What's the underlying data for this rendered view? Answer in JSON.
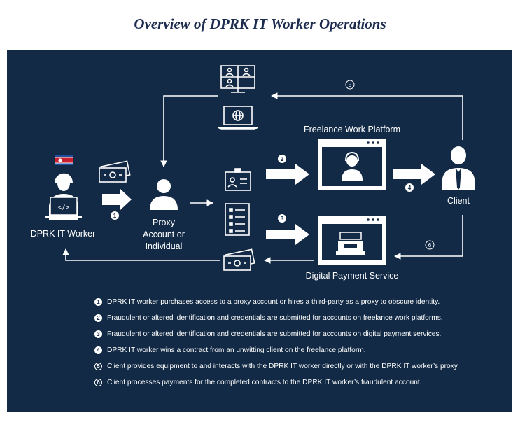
{
  "title": "Overview of DPRK IT Worker Operations",
  "nodes": {
    "worker": "DPRK IT Worker",
    "proxy": "Proxy Account or Individual",
    "freelance": "Freelance Work Platform",
    "payment": "Digital Payment Service",
    "client": "Client"
  },
  "steps": [
    "1",
    "2",
    "3",
    "4",
    "5",
    "6"
  ],
  "legend": [
    {
      "num": "1",
      "text": "DPRK IT worker purchases access to a proxy account or hires a third-party as a proxy to obscure identity."
    },
    {
      "num": "2",
      "text": "Fraudulent or altered identification and credentials are submitted for accounts on freelance work platforms."
    },
    {
      "num": "3",
      "text": "Fraudulent or altered identification and credentials are submitted for accounts on digital payment services."
    },
    {
      "num": "4",
      "text": "DPRK IT worker wins a contract from an unwitting client on the freelance platform."
    },
    {
      "num": "5",
      "text": "Client provides equipment to and interacts with the DPRK IT worker directly or with the DPRK IT worker’s proxy."
    },
    {
      "num": "6",
      "text": "Client processes payments for the completed contracts to the DPRK IT worker’s fraudulent account."
    }
  ],
  "colors": {
    "panel": "#122a45",
    "title": "#1c2b4e",
    "foreground": "#ffffff",
    "flag_red": "#c8202f",
    "flag_blue": "#1f4fa0"
  }
}
